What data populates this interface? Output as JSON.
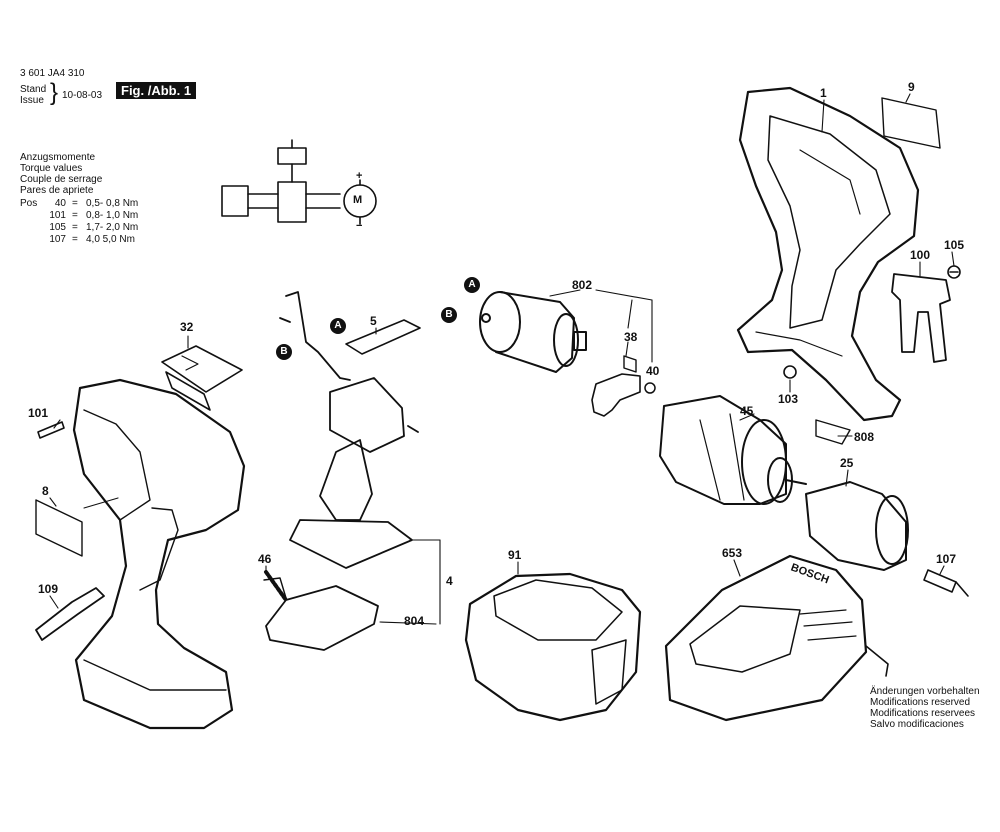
{
  "header": {
    "doc_number": "3 601 JA4 310",
    "stand_label": "Stand",
    "issue_label": "Issue",
    "date": "10-08-03",
    "figure_label": "Fig. /Abb. 1"
  },
  "torque": {
    "lines": [
      "Anzugsmomente",
      "Torque values",
      "Couple de serrage",
      "Pares de apriete"
    ],
    "pos_label": "Pos",
    "rows": [
      {
        "pos": "40",
        "eq": "=",
        "value": "0,5- 0,8 Nm"
      },
      {
        "pos": "101",
        "eq": "=",
        "value": "0,8- 1,0 Nm"
      },
      {
        "pos": "105",
        "eq": "=",
        "value": "1,7- 2,0 Nm"
      },
      {
        "pos": "107",
        "eq": "=",
        "value": "4,0  5,0 Nm"
      }
    ]
  },
  "schematic": {
    "motor": "M",
    "plus": "+",
    "minus": "−"
  },
  "parts": {
    "p1": "1",
    "p9": "9",
    "p100": "100",
    "p105": "105",
    "p103": "103",
    "p808": "808",
    "p802": "802",
    "p38": "38",
    "p40": "40",
    "p45": "45",
    "p25": "25",
    "p107": "107",
    "p32": "32",
    "p5": "5",
    "p101": "101",
    "p8": "8",
    "p109": "109",
    "p46": "46",
    "p4": "4",
    "p804": "804",
    "p91": "91",
    "p653": "653"
  },
  "connectors": {
    "a": "A",
    "b": "B"
  },
  "charger_brand": "BOSCH",
  "footer": {
    "lines": [
      "Änderungen vorbehalten",
      "Modifications reserved",
      "Modifications reservees",
      "Salvo modificaciones"
    ]
  }
}
